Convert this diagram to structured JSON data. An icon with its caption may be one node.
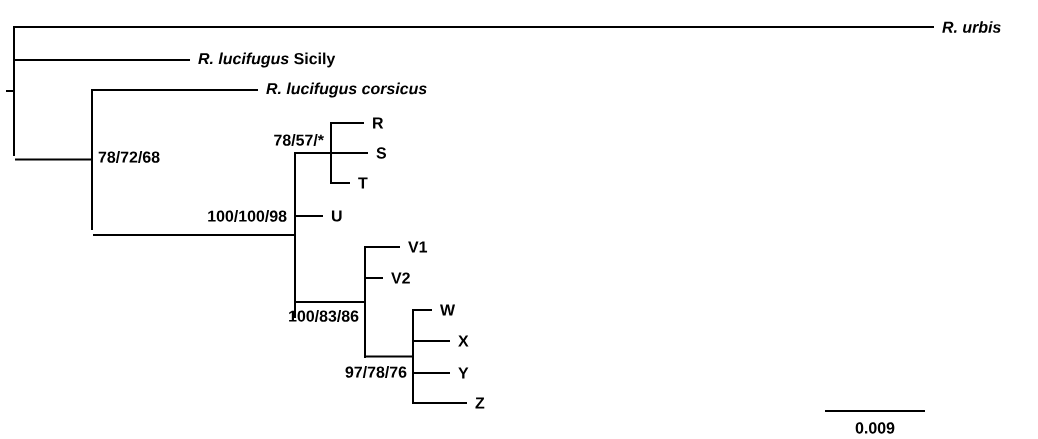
{
  "diagram": {
    "nodes": [
      {
        "text": [
          "R. urbis"
        ]
      },
      {
        "text": [
          "*R. lucifugus* Sicily"
        ]
      },
      {
        "text": [
          "R. lucifugus corsicus"
        ]
      },
      {
        "text": [
          "R"
        ]
      },
      {
        "text": [
          "S"
        ]
      },
      {
        "text": [
          "T"
        ]
      },
      {
        "text": [
          "U"
        ]
      },
      {
        "text": [
          "V1"
        ]
      },
      {
        "text": [
          "V2"
        ]
      },
      {
        "text": [
          "W"
        ]
      },
      {
        "text": [
          "X"
        ]
      },
      {
        "text": [
          "Y"
        ]
      },
      {
        "text": [
          "Z"
        ]
      },
      {
        "text": [],
        "shape": "bar"
      },
      {
        "text": [],
        "shape": "bar",
        "beside": [
          "78/72/68"
        ]
      },
      {
        "text": [],
        "shape": "bar",
        "beside": [
          "100/100/98"
        ]
      },
      {
        "text": [],
        "shape": "bar",
        "beside": [
          "78/57/*"
        ]
      },
      {
        "text": [],
        "shape": "bar",
        "beside": [
          "100/83/86"
        ]
      },
      {
        "text": [],
        "shape": "bar",
        "beside": [
          "97/78/76"
        ]
      }
    ],
    "edges": [
      {
        "from": 13,
        "to": 0,
        "arrow": "none"
      },
      {
        "from": 13,
        "to": 1,
        "arrow": "none"
      },
      {
        "from": 13,
        "to": 14,
        "arrow": "none"
      },
      {
        "from": 14,
        "to": 2,
        "arrow": "none"
      },
      {
        "from": 14,
        "to": 15,
        "arrow": "none"
      },
      {
        "from": 15,
        "to": 16,
        "arrow": "none"
      },
      {
        "from": 16,
        "to": 3,
        "arrow": "none"
      },
      {
        "from": 16,
        "to": 4,
        "arrow": "none"
      },
      {
        "from": 16,
        "to": 5,
        "arrow": "none"
      },
      {
        "from": 15,
        "to": 6,
        "arrow": "none"
      },
      {
        "from": 15,
        "to": 17,
        "arrow": "none"
      },
      {
        "from": 17,
        "to": 7,
        "arrow": "none"
      },
      {
        "from": 17,
        "to": 8,
        "arrow": "none"
      },
      {
        "from": 17,
        "to": 18,
        "arrow": "none"
      },
      {
        "from": 18,
        "to": 9,
        "arrow": "none"
      },
      {
        "from": 18,
        "to": 10,
        "arrow": "none"
      },
      {
        "from": 18,
        "to": 11,
        "arrow": "none"
      },
      {
        "from": 18,
        "to": 12,
        "arrow": "none"
      }
    ],
    "labels": [
      "0.009"
    ]
  }
}
